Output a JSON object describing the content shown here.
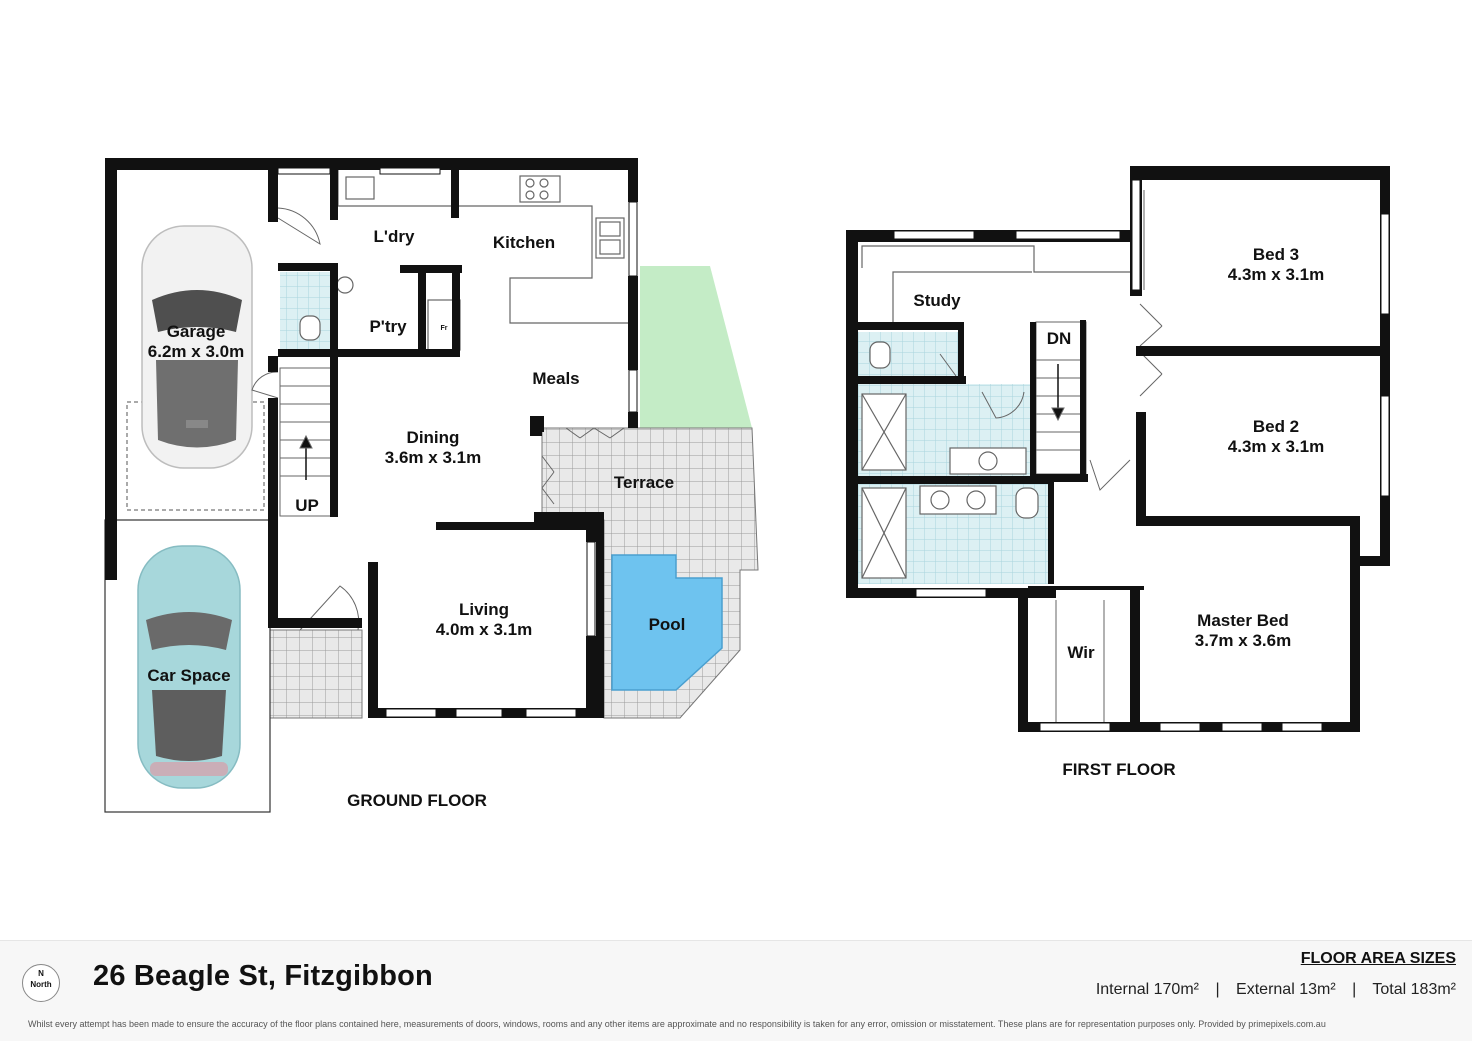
{
  "colors": {
    "wall": "#111111",
    "wet_area": "#dcf0f3",
    "wet_area_grid": "#a9d4dc",
    "paving": "#e9e9e9",
    "paving_grid": "#9a9a9a",
    "lawn": "#c4ecc6",
    "pool": "#6ec3ef",
    "car_white": "#f2f2f2",
    "car_teal": "#a7d7db"
  },
  "ground_floor": {
    "title": "GROUND FLOOR",
    "rooms": {
      "garage": {
        "name": "Garage",
        "size": "6.2m x 3.0m"
      },
      "car_space": {
        "name": "Car Space"
      },
      "laundry": {
        "name": "L'dry"
      },
      "kitchen": {
        "name": "Kitchen"
      },
      "pantry": {
        "name": "P'try"
      },
      "fridge": {
        "name": "Fr"
      },
      "meals": {
        "name": "Meals"
      },
      "dining": {
        "name": "Dining",
        "size": "3.6m x 3.1m"
      },
      "terrace": {
        "name": "Terrace"
      },
      "pool": {
        "name": "Pool"
      },
      "living": {
        "name": "Living",
        "size": "4.0m x 3.1m"
      },
      "stairs": {
        "name": "UP"
      }
    }
  },
  "first_floor": {
    "title": "FIRST FLOOR",
    "rooms": {
      "study": {
        "name": "Study"
      },
      "stairs": {
        "name": "DN"
      },
      "bed3": {
        "name": "Bed 3",
        "size": "4.3m x 3.1m"
      },
      "bed2": {
        "name": "Bed 2",
        "size": "4.3m x 3.1m"
      },
      "master": {
        "name": "Master Bed",
        "size": "3.7m x 3.6m"
      },
      "wir": {
        "name": "Wir"
      }
    }
  },
  "footer": {
    "compass_n": "N",
    "compass_label": "North",
    "address": "26 Beagle St, Fitzgibbon",
    "area_heading": "FLOOR AREA SIZES",
    "internal": "Internal 170m²",
    "external": "External 13m²",
    "total": "Total 183m²",
    "separator": "|",
    "disclaimer": "Whilst every attempt has been made to ensure the accuracy of the floor plans contained here, measurements of doors, windows, rooms and any other items are approximate and no responsibility is taken for any error, omission or misstatement. These plans are for representation purposes only. Provided by primepixels.com.au"
  }
}
